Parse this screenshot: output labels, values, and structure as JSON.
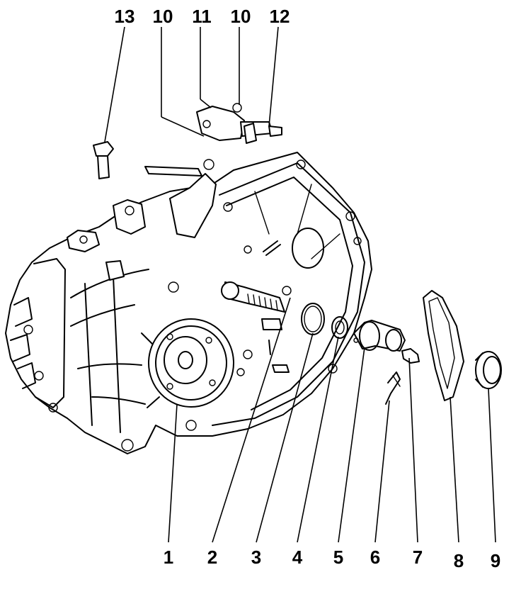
{
  "diagram": {
    "callouts": [
      {
        "id": "c13",
        "label": "13"
      },
      {
        "id": "c10a",
        "label": "10"
      },
      {
        "id": "c11",
        "label": "11"
      },
      {
        "id": "c10b",
        "label": "10"
      },
      {
        "id": "c12",
        "label": "12"
      },
      {
        "id": "c1",
        "label": "1"
      },
      {
        "id": "c2",
        "label": "2"
      },
      {
        "id": "c3",
        "label": "3"
      },
      {
        "id": "c4",
        "label": "4"
      },
      {
        "id": "c5",
        "label": "5"
      },
      {
        "id": "c6",
        "label": "6"
      },
      {
        "id": "c7",
        "label": "7"
      },
      {
        "id": "c8",
        "label": "8"
      },
      {
        "id": "c9",
        "label": "9"
      }
    ]
  }
}
